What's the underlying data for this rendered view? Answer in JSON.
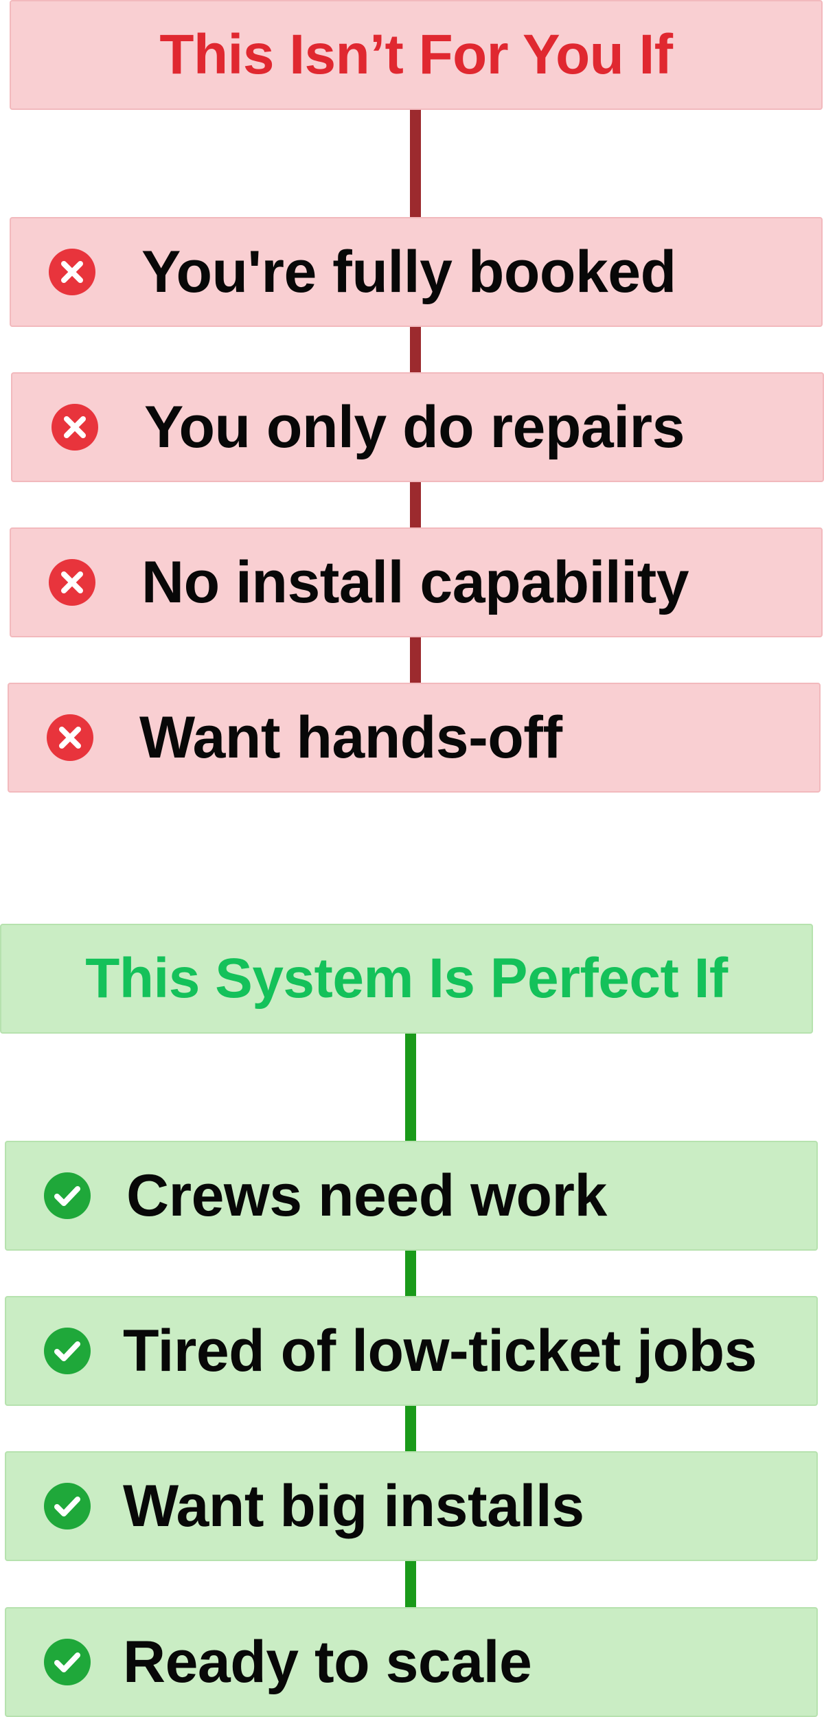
{
  "not_for_you": {
    "title": "This Isn’t For You If",
    "items": [
      {
        "label": "You're fully booked",
        "icon": "x-circle-icon"
      },
      {
        "label": "You only do repairs",
        "icon": "x-circle-icon"
      },
      {
        "label": "No install capability",
        "icon": "x-circle-icon"
      },
      {
        "label": "Want hands-off",
        "icon": "x-circle-icon"
      }
    ]
  },
  "perfect_if": {
    "title": "This System Is Perfect If",
    "items": [
      {
        "label": "Crews need work",
        "icon": "check-circle-icon"
      },
      {
        "label": "Tired of low-ticket jobs",
        "icon": "check-circle-icon"
      },
      {
        "label": "Want big installs",
        "icon": "check-circle-icon"
      },
      {
        "label": "Ready to scale",
        "icon": "check-circle-icon"
      }
    ]
  },
  "colors": {
    "red_title": "#e02830",
    "red_box": "#f9cfd2",
    "red_connector": "#9c2a2e",
    "red_icon": "#e8343c",
    "green_title": "#14c15a",
    "green_box": "#caedc4",
    "green_connector": "#1a9a1a",
    "green_icon": "#1fa83a"
  }
}
